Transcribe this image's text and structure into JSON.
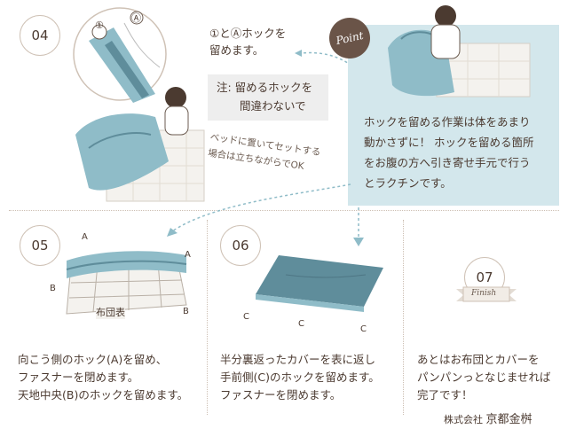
{
  "steps": [
    {
      "number": "04"
    },
    {
      "number": "05"
    },
    {
      "number": "06"
    },
    {
      "number": "07",
      "ribbon": "Finish"
    }
  ],
  "step04": {
    "instruction_lines": [
      "①とⒶホックを",
      "留めます。"
    ],
    "note_lines": [
      "注: 留めるホックを",
      "間違わないで"
    ],
    "bed_tip_lines": [
      "ベッドに置いてセットする",
      "場合は立ちながらでOK"
    ],
    "zoom_labels": [
      "①",
      "Ⓐ"
    ]
  },
  "tip": {
    "badge": "Point",
    "lines": [
      "ホックを留める作業は体をあまり",
      "動かさずに！ ホックを留める箇所",
      "をお腹の方へ引き寄せ手元で行う",
      "とラクチンです。"
    ]
  },
  "step05": {
    "labels": {
      "a": "A",
      "b": "B",
      "futon": "布団表"
    },
    "lines": [
      "向こう側のホック(A)を留め、",
      "ファスナーを閉めます。",
      "天地中央(B)のホックを留めます。"
    ]
  },
  "step06": {
    "label_c": "C",
    "lines": [
      "半分裏返ったカバーを表に返し",
      "手前側(C)のホックを留めます。",
      "ファスナーを閉めます。"
    ]
  },
  "step07": {
    "lines": [
      "あとはお布団とカバーを",
      "パンパンっとなじませれば",
      "完了です！"
    ]
  },
  "company": {
    "prefix": "株式会社",
    "name": "京都金桝"
  },
  "colors": {
    "accent_blue": "#8fbcc8",
    "dark_blue": "#5f8d9b",
    "tip_bg": "#d3e7ec",
    "text": "#4b3a30",
    "badge": "#6a5448"
  }
}
